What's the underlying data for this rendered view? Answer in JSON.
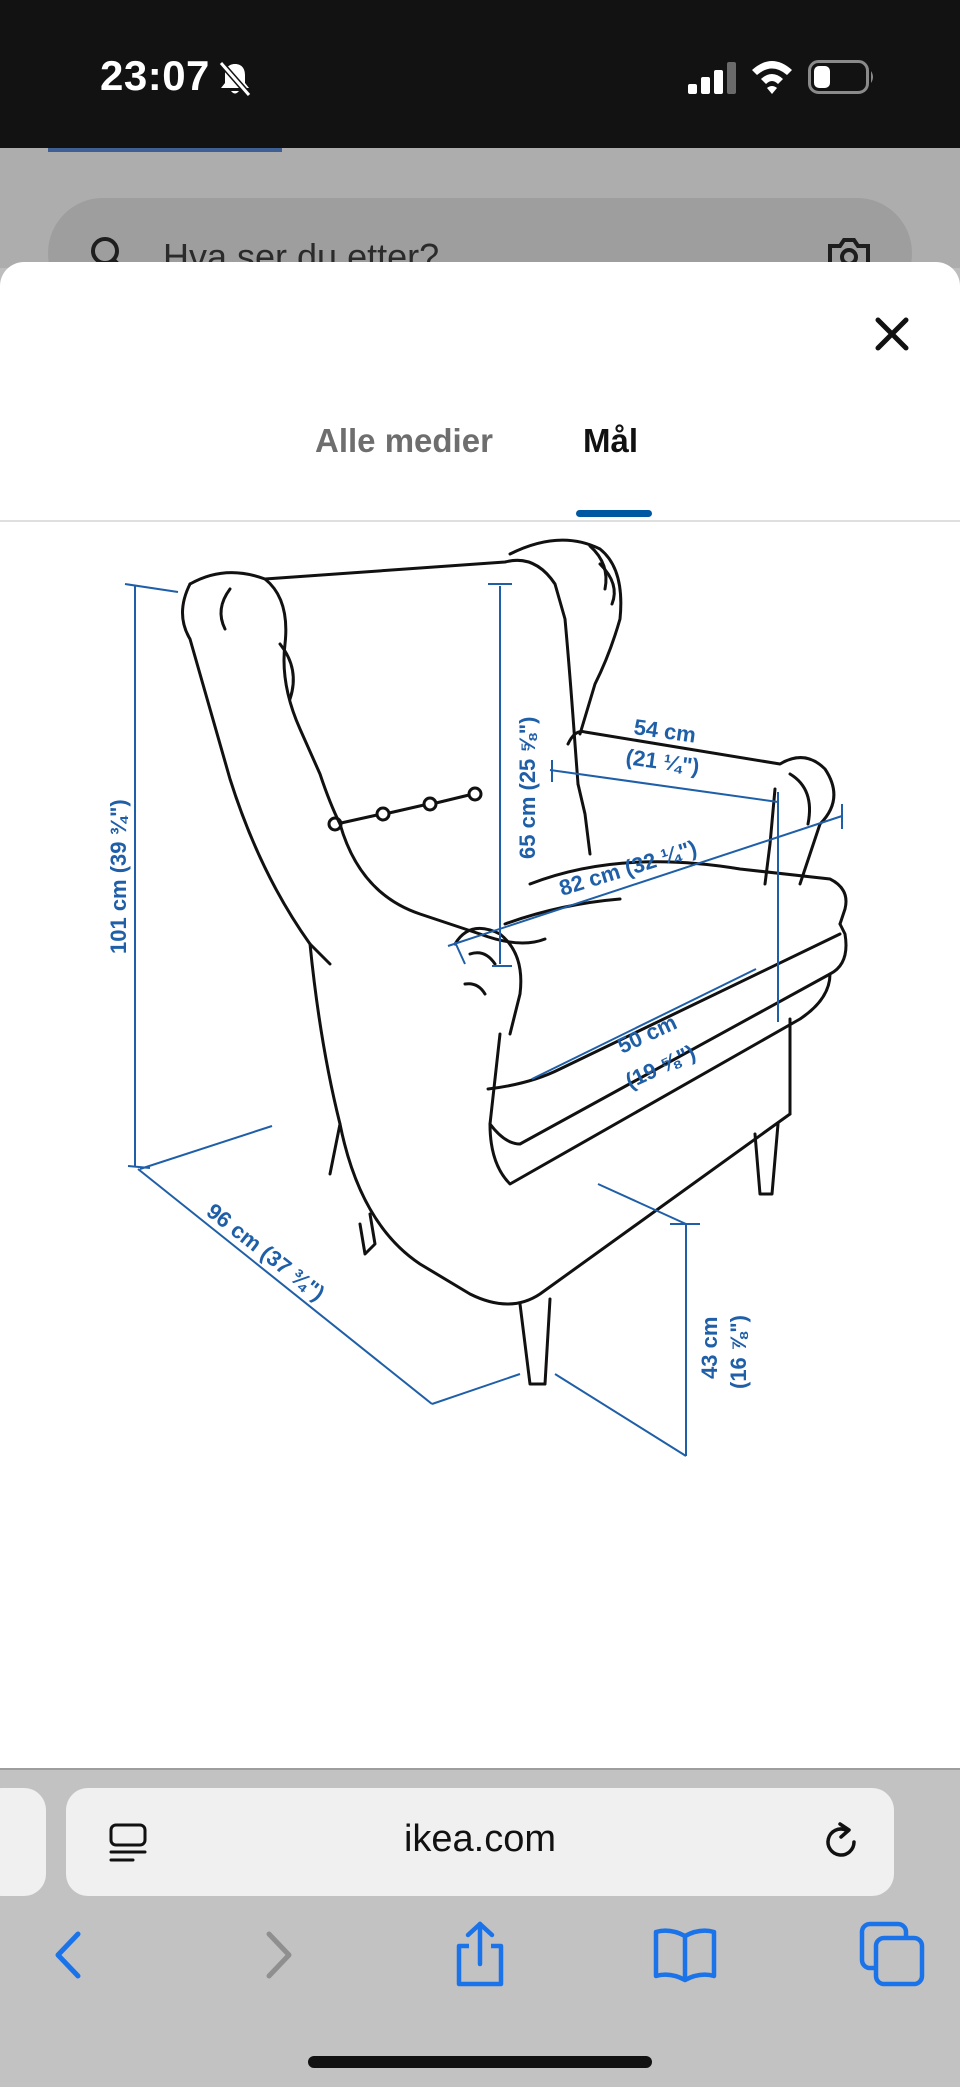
{
  "status_bar": {
    "time": "23:07"
  },
  "background": {
    "search_placeholder": "Hva ser du etter?"
  },
  "tabs": [
    {
      "label": "Alle medier"
    },
    {
      "label": "Mål"
    }
  ],
  "dimensions": {
    "height_total": "101 cm (39 ¾\")",
    "back_height": "65 cm (25 ⅝\")",
    "seat_width_top": "54 cm",
    "seat_width_top_in": "(21 ¼\")",
    "width_total": "82 cm (32 ¼\")",
    "seat_width": "50 cm",
    "seat_width_in": "(19 ⅝\")",
    "depth": "96 cm (37 ¾\")",
    "seat_height": "43 cm",
    "seat_height_in": "(16 ⅞\")"
  },
  "browser": {
    "url": "ikea.com"
  },
  "colors": {
    "accent": "#0058a3",
    "dimension": "#1f5fa8"
  }
}
